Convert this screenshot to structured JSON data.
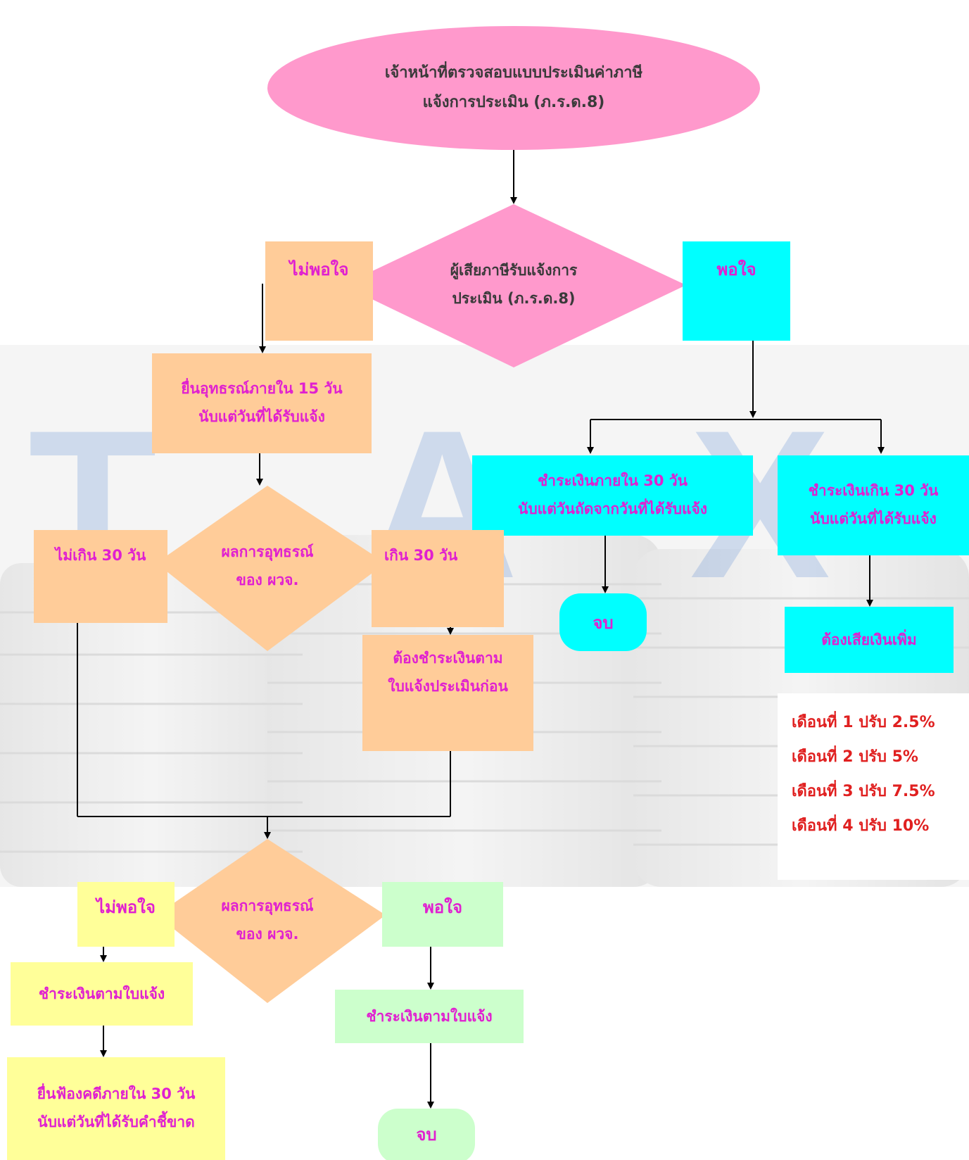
{
  "colors": {
    "pink": "#ff99cc",
    "peach": "#ffcc99",
    "cyan": "#00ffff",
    "yellow": "#ffff99",
    "mint": "#ccffcc",
    "magenta_text": "#e020d0",
    "red_text": "#e02020",
    "dark_text": "#3a3a3a",
    "watermark": "#4a7fd0"
  },
  "background": {
    "watermark_letters": [
      "T",
      "A",
      "X"
    ]
  },
  "start": {
    "line1": "เจ้าหน้าที่ตรวจสอบแบบประเมินค่าภาษี",
    "line2": "แจ้งการประเมิน (ภ.ร.ด.8)"
  },
  "decision1": {
    "line1": "ผู้เสียภาษีรับแจ้งการ",
    "line2": "ประเมิน (ภ.ร.ด.8)",
    "no_label": "ไม่พอใจ",
    "yes_label": "พอใจ"
  },
  "appeal": {
    "line1": "ยื่นอุทธรณ์ภายใน 15 วัน",
    "line2": "นับแต่วันที่ได้รับแจ้ง"
  },
  "decision2": {
    "line1": "ผลการอุทธรณ์",
    "line2": "ของ ผวจ.",
    "left_label": "ไม่เกิน 30 วัน",
    "right_label": "เกิน 30 วัน"
  },
  "pay_first": {
    "line1": "ต้องชำระเงินตาม",
    "line2": "ใบแจ้งประเมินก่อน"
  },
  "pay_within": {
    "line1": "ชำระเงินภายใน 30 วัน",
    "line2": "นับแต่วันถัดจากวันที่ได้รับแจ้ง"
  },
  "pay_over": {
    "line1": "ชำระเงินเกิน 30 วัน",
    "line2": "นับแต่วันที่ได้รับแจ้ง"
  },
  "end_right": {
    "label": "จบ"
  },
  "surcharge": {
    "label": "ต้องเสียเงินเพิ่ม"
  },
  "penalties": [
    "เดือนที่ 1 ปรับ 2.5%",
    "เดือนที่ 2 ปรับ 5%",
    "เดือนที่ 3 ปรับ 7.5%",
    "เดือนที่ 4 ปรับ 10%"
  ],
  "decision3": {
    "line1": "ผลการอุทธรณ์",
    "line2": "ของ ผวจ.",
    "no_label": "ไม่พอใจ",
    "yes_label": "พอใจ"
  },
  "pay_notice_left": {
    "label": "ชำระเงินตามใบแจ้ง"
  },
  "pay_notice_right": {
    "label": "ชำระเงินตามใบแจ้ง"
  },
  "lawsuit": {
    "line1": "ยื่นฟ้องคดีภายใน 30 วัน",
    "line2": "นับแต่วันที่ได้รับคำชี้ขาด"
  },
  "end_bottom": {
    "label": "จบ"
  }
}
